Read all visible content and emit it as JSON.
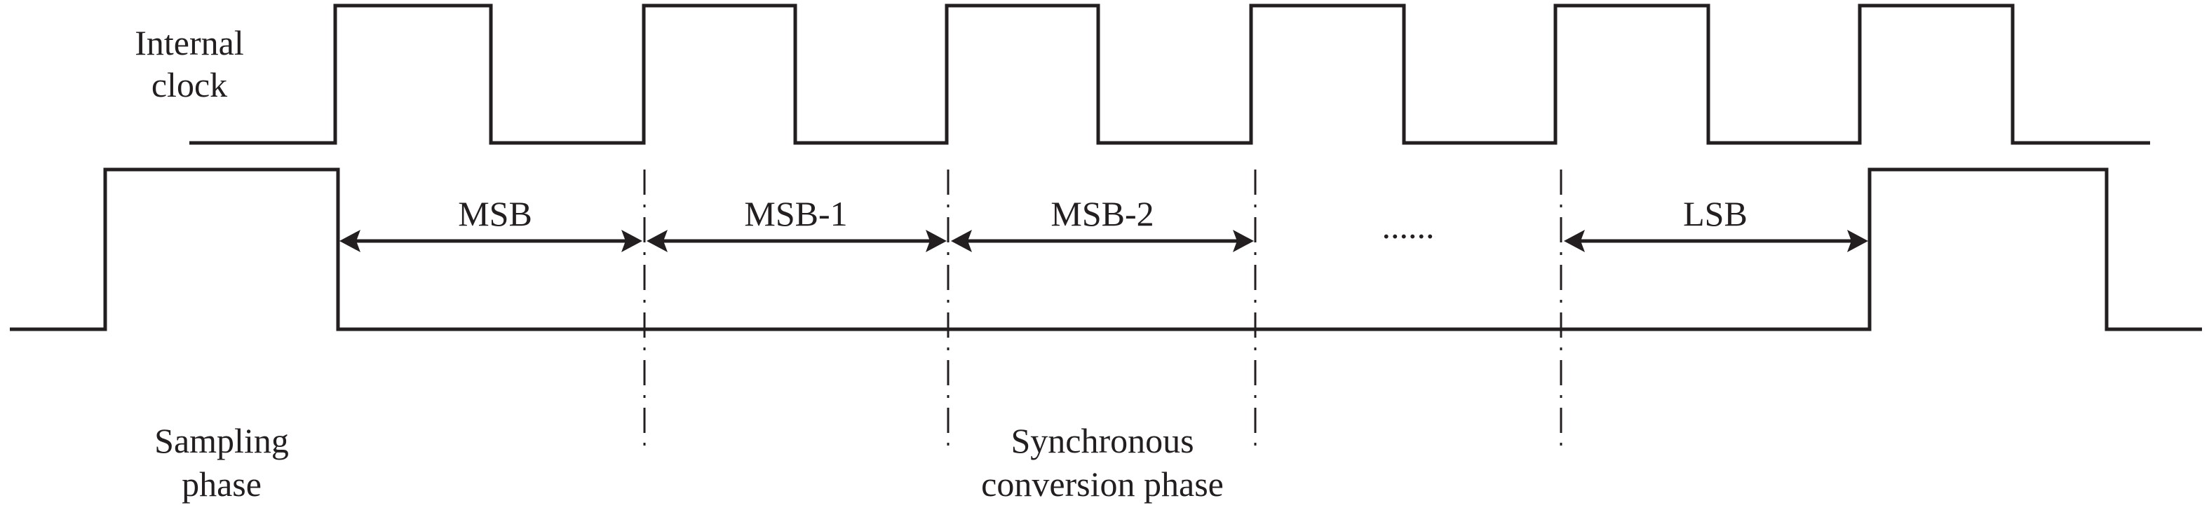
{
  "diagram": {
    "type": "timing-diagram",
    "signals": {
      "clock": {
        "label_line1": "Internal",
        "label_line2": "clock",
        "pulses": 6
      },
      "sample": {
        "pulses_high": [
          "sampling",
          "next sampling"
        ]
      }
    },
    "bit_intervals": [
      {
        "label": "MSB"
      },
      {
        "label": "MSB-1"
      },
      {
        "label": "MSB-2"
      },
      {
        "label": "......"
      },
      {
        "label": "LSB"
      }
    ],
    "phases": {
      "sampling": {
        "line1": "Sampling",
        "line2": "phase"
      },
      "conversion": {
        "line1": "Synchronous",
        "line2": "conversion phase"
      }
    }
  }
}
